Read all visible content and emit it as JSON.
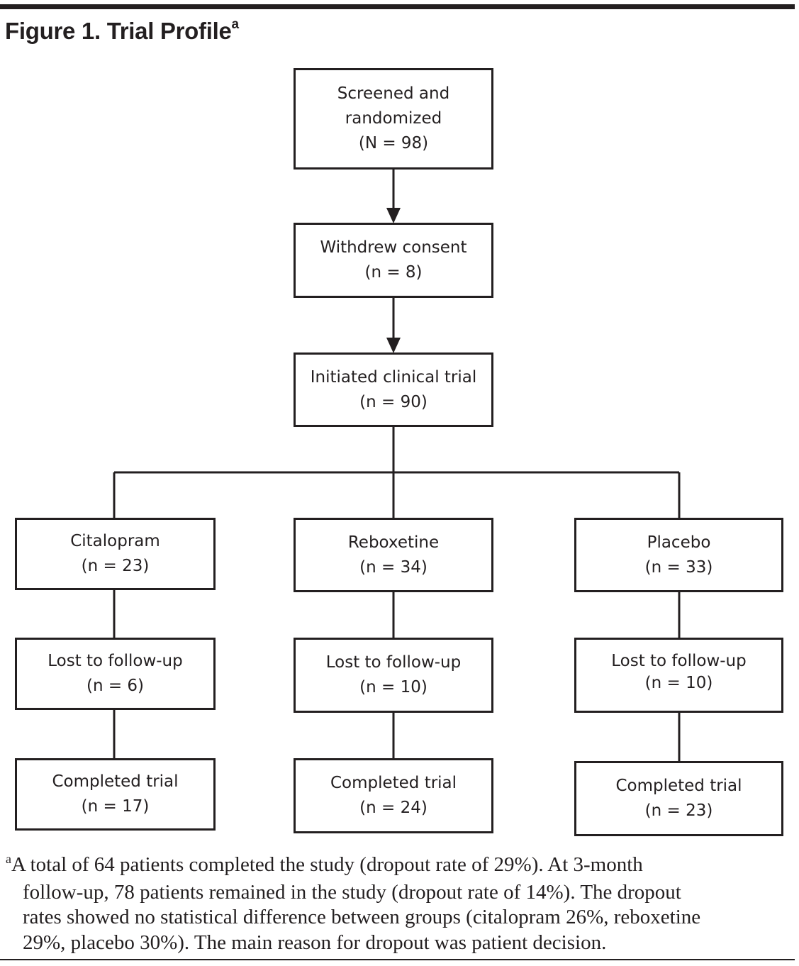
{
  "figure": {
    "title": "Figure 1. Trial Profile",
    "title_superscript": "a"
  },
  "nodes": {
    "screened": {
      "lines": [
        "Screened and",
        "randomized",
        "(N = 98)"
      ]
    },
    "withdrew": {
      "lines": [
        "Withdrew consent",
        "(n = 8)"
      ]
    },
    "initiated": {
      "lines": [
        "Initiated clinical trial",
        "(n = 90)"
      ]
    },
    "citalopram": {
      "lines": [
        "Citalopram",
        "(n = 23)"
      ]
    },
    "reboxetine": {
      "lines": [
        "Reboxetine",
        "(n = 34)"
      ]
    },
    "placebo": {
      "lines": [
        "Placebo",
        "(n = 33)"
      ]
    },
    "citalopram_lost": {
      "lines": [
        "Lost to follow-up",
        "(n = 6)"
      ]
    },
    "reboxetine_lost": {
      "lines": [
        "Lost to follow-up",
        "(n = 10)"
      ]
    },
    "placebo_lost": {
      "lines": [
        "Lost to follow-up",
        "(n = 10)"
      ]
    },
    "citalopram_completed": {
      "lines": [
        "Completed trial",
        "(n = 17)"
      ]
    },
    "reboxetine_completed": {
      "lines": [
        "Completed trial",
        "(n = 24)"
      ]
    },
    "placebo_completed": {
      "lines": [
        "Completed trial",
        "(n = 23)"
      ]
    }
  },
  "footnote": {
    "marker": "a",
    "lines": [
      "A total of 64 patients completed the study (dropout rate of 29%). At 3-month",
      "follow-up, 78 patients remained in the study (dropout rate of 14%). The dropout",
      "rates showed no statistical difference between groups (citalopram 26%, reboxetine",
      "29%, placebo 30%). The main reason for dropout was patient decision."
    ]
  }
}
